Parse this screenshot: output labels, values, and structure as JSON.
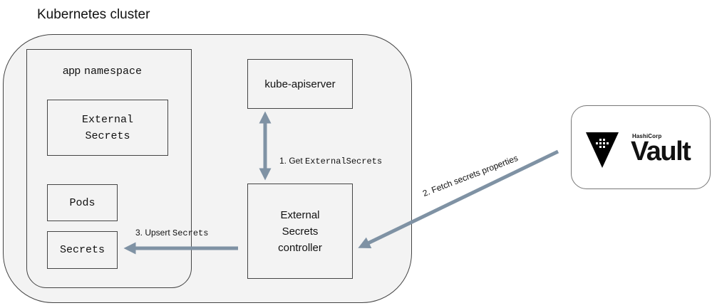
{
  "cluster": {
    "title": "Kubernetes cluster"
  },
  "namespace": {
    "title_prefix": "app",
    "title_mono": "namespace"
  },
  "nodes": {
    "external_secrets": {
      "line1": "External",
      "line2": "Secrets"
    },
    "pods": "Pods",
    "secrets": "Secrets",
    "apiserver": "kube-apiserver",
    "controller": {
      "line1": "External",
      "line2": "Secrets",
      "line3": "controller"
    }
  },
  "vault": {
    "company": "HashiCorp",
    "product": "Vault"
  },
  "edges": {
    "get": {
      "prefix": "1. Get ",
      "mono": "ExternalSecrets"
    },
    "upsert": {
      "prefix": "3. Upsert ",
      "mono": "Secrets"
    },
    "fetch": "2. Fetch secrets properties"
  },
  "colors": {
    "arrow": "#7f92a4",
    "box_fill": "#f3f3f3",
    "border": "#444444"
  }
}
